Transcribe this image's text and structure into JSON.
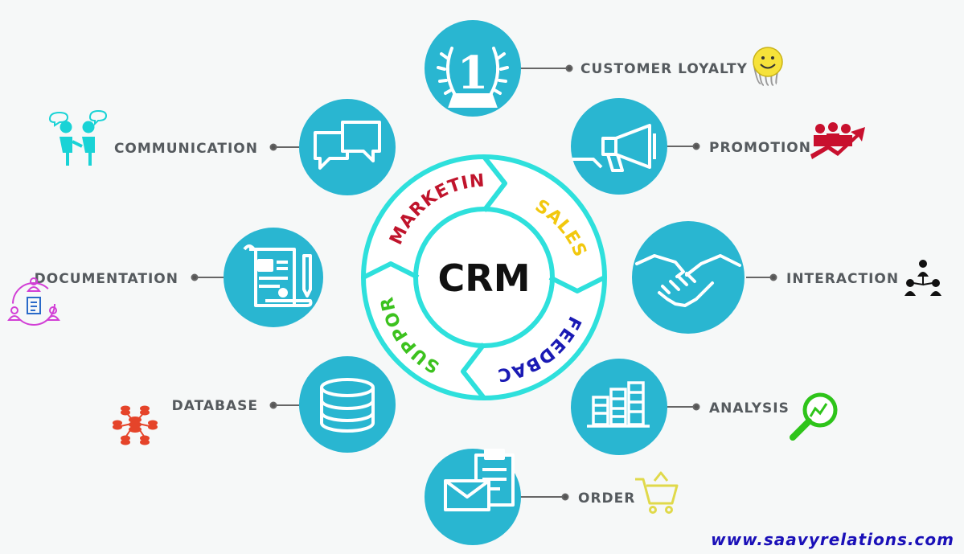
{
  "center": {
    "label": "CRM"
  },
  "ring": {
    "marketing": "MARKETING",
    "sales": "SALES",
    "feedback": "FEEDBACK",
    "support": "SUPPORT"
  },
  "labels": {
    "customer_loyalty": "CUSTOMER LOYALTY",
    "communication": "COMMUNICATION",
    "promotion": "PROMOTION",
    "documentation": "DOCUMENTATION",
    "interaction": "INTERACTION",
    "database": "DATABASE",
    "analysis": "ANALYSIS",
    "order": "ORDER"
  },
  "trophy_digit": "1",
  "footer": {
    "url": "www.saavyrelations.com"
  },
  "colors": {
    "node": "#29b6d1",
    "ring": "#2ee0dc",
    "marketing": "#c0142c",
    "sales": "#f2c80e",
    "feedback": "#1a1ab4",
    "support": "#3cc21e",
    "label": "#555a5e",
    "footer": "#1a10b8"
  },
  "icons": [
    "trophy-icon",
    "chat-bubbles-icon",
    "megaphone-icon",
    "document-scroll-icon",
    "handshake-icon",
    "database-icon",
    "bar-chart-icon",
    "order-clipboard-icon",
    "smiley-icon",
    "people-talking-icon",
    "promotion-arrow-icon",
    "documentation-people-icon",
    "network-people-icon",
    "database-network-icon",
    "magnifier-icon",
    "shopping-cart-icon"
  ]
}
